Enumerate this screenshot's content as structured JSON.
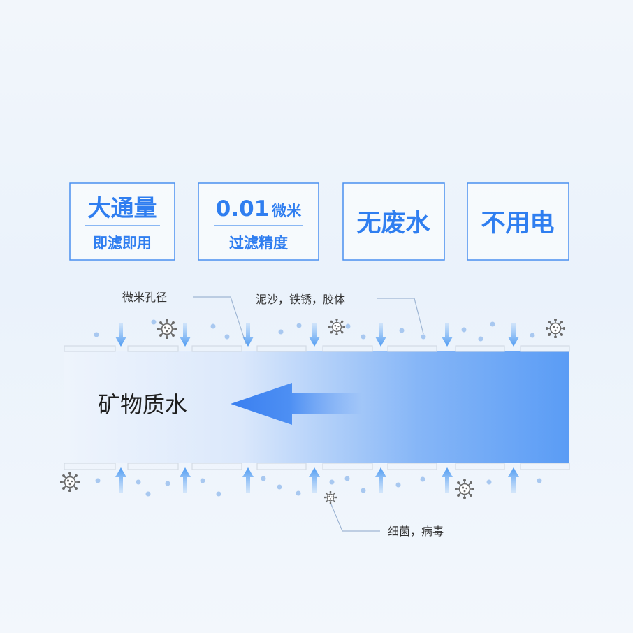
{
  "features": {
    "large_flow": {
      "title": "大通量",
      "subtitle": "即滤即用"
    },
    "precision": {
      "title_num": "0.01",
      "title_unit": "微米",
      "subtitle": "过滤精度"
    },
    "no_waste": {
      "title": "无废水"
    },
    "no_power": {
      "title": "不用电"
    }
  },
  "labels": {
    "pore": "微米孔径",
    "sediment": "泥沙，铁锈，胶体",
    "bacteria": "细菌，病毒"
  },
  "output": "矿物质水",
  "colors": {
    "accent": "#2f7ef0",
    "border": "#4a90f0",
    "band_end": "#5a9cf5",
    "dots": "#a8c8f0"
  }
}
